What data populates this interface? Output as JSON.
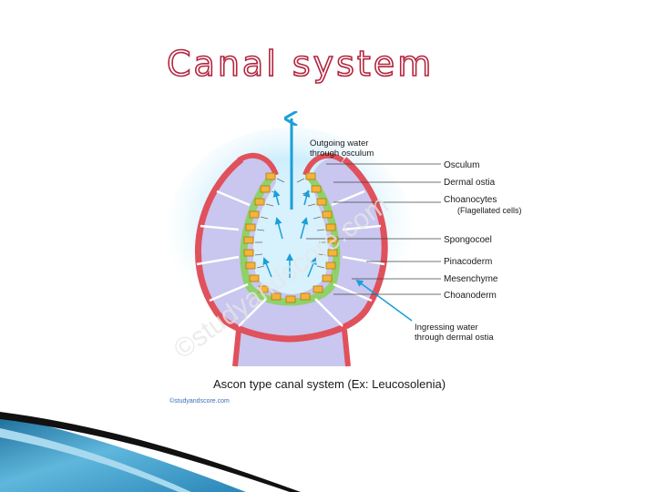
{
  "slide": {
    "title": "Canal system"
  },
  "diagram": {
    "labels": {
      "outgoing_water_line1": "Outgoing water",
      "outgoing_water_line2": "through osculum",
      "osculum": "Osculum",
      "dermal_ostia": "Dermal ostia",
      "choanocytes": "Choanocytes",
      "flagellated_cells": "(Flagellated cells)",
      "spongocoel": "Spongocoel",
      "pinacoderm": "Pinacoderm",
      "mesenchyme": "Mesenchyme",
      "choanoderm": "Choanoderm",
      "ingressing_water_line1": "Ingressing water",
      "ingressing_water_line2": "through dermal ostia"
    },
    "caption": "Ascon type canal system (Ex: Leucosolenia)",
    "credit": "©studyandscore.com",
    "watermark": "©studyandscore.com",
    "colors": {
      "pinacoderm": "#e0515c",
      "mesenchyme": "#c9c6ef",
      "choanoderm": "#8fd16a",
      "choanocytes": "#f2b43a",
      "spongocoel": "#cfeefc",
      "arrows": "#1a9fd8",
      "title": "#b3263f"
    }
  }
}
